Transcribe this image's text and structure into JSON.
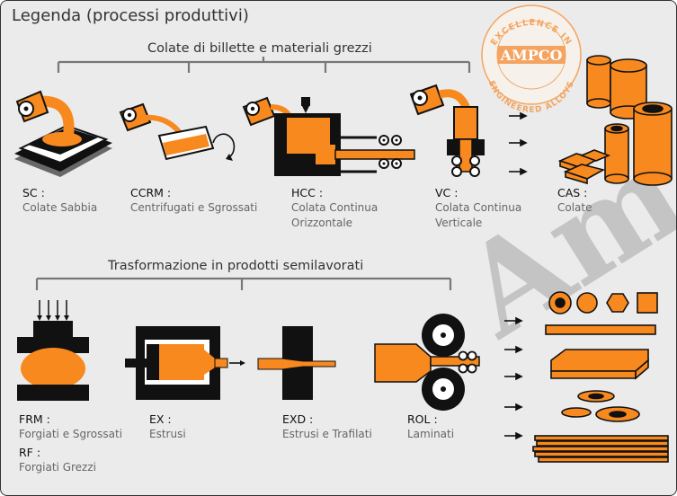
{
  "legend_title": "Legenda (processi produttivi)",
  "section1_title": "Colate di billette e materiali grezzi",
  "section2_title": "Trasformazione in prodotti semilavorati",
  "badge": {
    "top": "EXCELLENCE IN",
    "center": "AMPCO",
    "bottom": "ENGINEERED ALLOYS"
  },
  "watermark": "Am",
  "colors": {
    "orange": "#f7891e",
    "dark": "#111111",
    "background": "#ebebeb",
    "bracket": "#777777",
    "badge": "#f4a460"
  },
  "processes1": [
    {
      "code": "SC :",
      "desc1": "Colate Sabbia",
      "desc2": ""
    },
    {
      "code": "CCRM :",
      "desc1": "Centrifugati e Sgrossati",
      "desc2": ""
    },
    {
      "code": "HCC :",
      "desc1": "Colata Continua",
      "desc2": "Orizzontale"
    },
    {
      "code": "VC :",
      "desc1": "Colata Continua",
      "desc2": "Verticale"
    },
    {
      "code": "CAS :",
      "desc1": "Colate",
      "desc2": ""
    }
  ],
  "processes2": [
    {
      "code": "FRM :",
      "desc1": "Forgiati e Sgrossati",
      "desc2": ""
    },
    {
      "code": "RF :",
      "desc1": "Forgiati Grezzi",
      "desc2": ""
    },
    {
      "code": "EX :",
      "desc1": "Estrusi",
      "desc2": ""
    },
    {
      "code": "EXD :",
      "desc1": "Estrusi e Trafilati",
      "desc2": ""
    },
    {
      "code": "ROL :",
      "desc1": "Laminati",
      "desc2": ""
    }
  ]
}
